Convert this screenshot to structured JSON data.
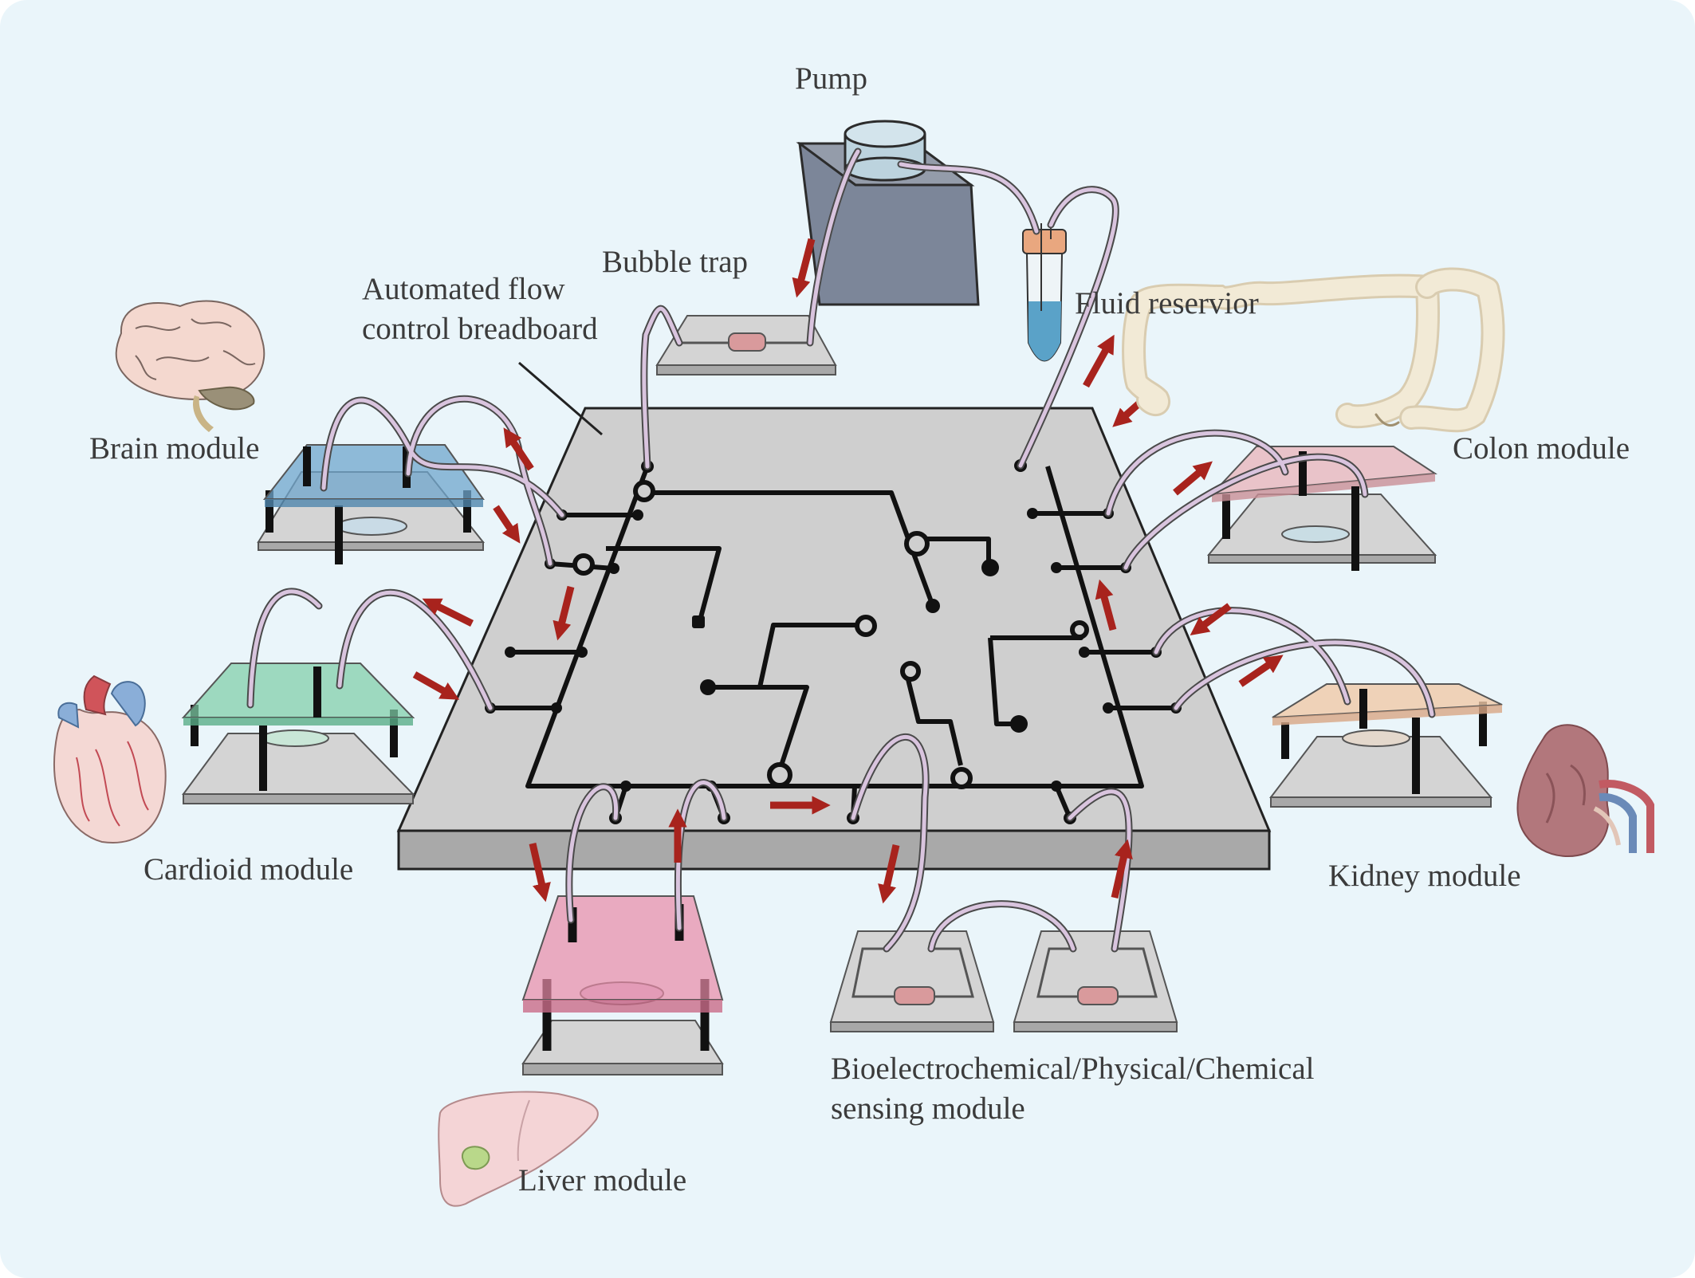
{
  "labels": {
    "pump": "Pump",
    "bubble_trap": "Bubble trap",
    "breadboard_line1": "Automated flow",
    "breadboard_line2": "control breadboard",
    "fluid_reservoir": "Fluid reservior",
    "brain_module": "Brain module",
    "colon_module": "Colon module",
    "cardioid_module": "Cardioid module",
    "kidney_module": "Kidney module",
    "liver_module": "Liver module",
    "sensing_line1": "Bioelectrochemical/Physical/Chemical",
    "sensing_line2": "sensing module"
  },
  "colors": {
    "background": "#eaf5fa",
    "breadboard": "#cfcfcf",
    "circuit": "#111111",
    "tubing": "#d9c4de",
    "flow_arrow": "#a8231d",
    "brain_chip": "#6fa5cc",
    "colon_chip": "#e8b2b8",
    "cardioid_chip": "#7fcfa8",
    "kidney_chip": "#f0c9a8",
    "liver_chip": "#e88aa6",
    "pump_body": "#7c8699",
    "reservoir_fluid": "#5aa2c8"
  }
}
